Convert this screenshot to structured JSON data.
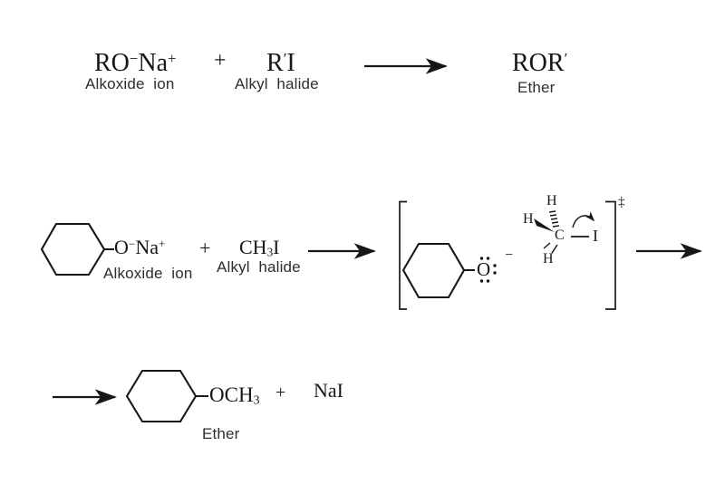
{
  "colors": {
    "background": "#ffffff",
    "ink": "#171717",
    "label_text": "#2e2e2e"
  },
  "general_reaction": {
    "alkoxide_formula": {
      "base": "RO",
      "charge": "−",
      "counterion": "Na",
      "counterion_charge": "+"
    },
    "alkoxide_label": "Alkoxide ion",
    "plus_sign": "+",
    "halide_formula": {
      "base": "R",
      "prime": "′",
      "halogen": "I"
    },
    "halide_label": "Alkyl halide",
    "product_formula": {
      "base": "ROR",
      "prime": "′"
    },
    "product_label": "Ether"
  },
  "example_reaction": {
    "alkoxide_formula": {
      "oxygen": "O",
      "charge": "−",
      "counterion": "Na",
      "counterion_charge": "+"
    },
    "alkoxide_label": "Alkoxide ion",
    "plus_sign": "+",
    "halide_formula": {
      "base": "CH",
      "subscript": "3",
      "halogen": "I"
    },
    "halide_label": "Alkyl halide"
  },
  "transition_state": {
    "oxygen": "O",
    "oxygen_charge": "−",
    "hydrogen_top": "H",
    "hydrogen_left": "H",
    "hydrogen_bottom": "H",
    "carbon": "C",
    "iodine": "I",
    "double_dagger": "‡"
  },
  "products": {
    "ether_formula": {
      "base": "OCH",
      "subscript": "3"
    },
    "plus_sign": "+",
    "byproduct": "NaI",
    "ether_label": "Ether"
  }
}
